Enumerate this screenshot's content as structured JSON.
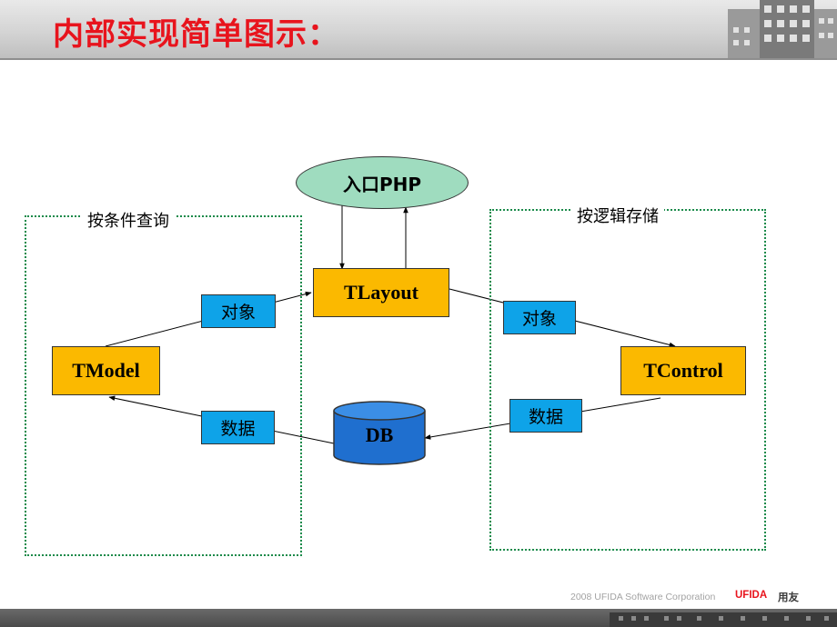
{
  "slide": {
    "title": "内部实现简单图示：",
    "footer": {
      "copyright": "2008 UFIDA Software Corporation",
      "brand": "UFIDA",
      "brand_cn": "用友"
    }
  },
  "diagram": {
    "entry": "入口PHP",
    "left_region_label": "按条件查询",
    "right_region_label": "按逻辑存储",
    "nodes": {
      "tlayout": "TLayout",
      "tmodel": "TModel",
      "tcontrol": "TControl",
      "db": "DB"
    },
    "edge_labels": {
      "model_to_layout": "对象",
      "layout_to_control": "对象",
      "control_to_db": "数据",
      "db_to_model": "数据"
    }
  },
  "colors": {
    "title": "#e8141d",
    "node_fill": "#fbb900",
    "tag_fill": "#0ea3e8",
    "entry_fill": "#9fdcbf",
    "db_fill": "#1f6fcf",
    "region_border": "#1a8a4a"
  }
}
